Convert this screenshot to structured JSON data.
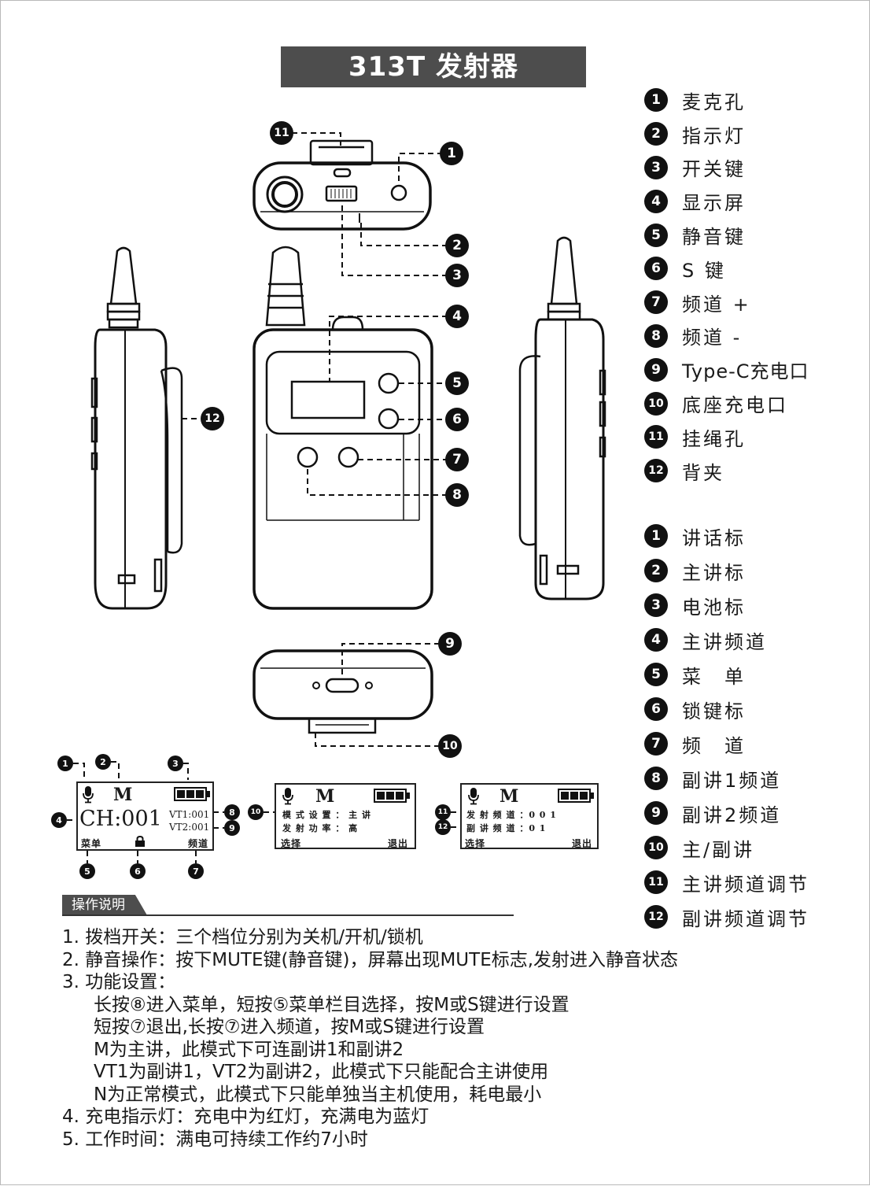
{
  "title": "313T 发射器",
  "legend_parts": [
    {
      "n": "1",
      "label": "麦克孔"
    },
    {
      "n": "2",
      "label": "指示灯"
    },
    {
      "n": "3",
      "label": "开关键"
    },
    {
      "n": "4",
      "label": "显示屏"
    },
    {
      "n": "5",
      "label": "静音键"
    },
    {
      "n": "6",
      "label": "S 键"
    },
    {
      "n": "7",
      "label": "频道 +"
    },
    {
      "n": "8",
      "label": "频道 -"
    },
    {
      "n": "9",
      "label": "Type-C充电口"
    },
    {
      "n": "10",
      "label": "底座充电口"
    },
    {
      "n": "11",
      "label": "挂绳孔"
    },
    {
      "n": "12",
      "label": "背夹"
    }
  ],
  "legend_display": [
    {
      "n": "1",
      "label": "讲话标"
    },
    {
      "n": "2",
      "label": "主讲标"
    },
    {
      "n": "3",
      "label": "电池标"
    },
    {
      "n": "4",
      "label": "主讲频道"
    },
    {
      "n": "5",
      "label": "菜　单"
    },
    {
      "n": "6",
      "label": "锁键标"
    },
    {
      "n": "7",
      "label": "频　道"
    },
    {
      "n": "8",
      "label": "副讲1频道"
    },
    {
      "n": "9",
      "label": "副讲2频道"
    },
    {
      "n": "10",
      "label": "主/副讲"
    },
    {
      "n": "11",
      "label": "主讲频道调节"
    },
    {
      "n": "12",
      "label": "副讲频道调节"
    }
  ],
  "callouts": {
    "c1": "1",
    "c2": "2",
    "c3": "3",
    "c4": "4",
    "c5": "5",
    "c6": "6",
    "c7": "7",
    "c8": "8",
    "c9": "9",
    "c10": "10",
    "c11": "11",
    "c12": "12"
  },
  "screen1": {
    "mode": "M",
    "channel": "CH:001",
    "vt1": "VT1:001",
    "vt2": "VT2:001",
    "menu": "菜单",
    "channel_label": "频道"
  },
  "screen2": {
    "mode": "M",
    "line1": "模 式 设 置 ： 主 讲",
    "line2": "发 射 功 率 ： 高",
    "select": "选择",
    "exit": "退出"
  },
  "screen3": {
    "mode": "M",
    "line1": "发 射 频 道 ：0 0 1",
    "line2": "副 讲 频 道 ：0 1",
    "select": "选择",
    "exit": "退出"
  },
  "operations": {
    "heading": "操作说明",
    "lines": [
      {
        "text": "1.  拨档开关：三个档位分别为关机/开机/锁机",
        "indent": false
      },
      {
        "text": "2.  静音操作：按下MUTE键(静音键)，屏幕出现MUTE标志,发射进入静音状态",
        "indent": false
      },
      {
        "text": "3.  功能设置：",
        "indent": false
      },
      {
        "text": "长按⑧进入菜单，短按⑤菜单栏目选择，按M或S键进行设置",
        "indent": true
      },
      {
        "text": "短按⑦退出,长按⑦进入频道，按M或S键进行设置",
        "indent": true
      },
      {
        "text": "M为主讲，此模式下可连副讲1和副讲2",
        "indent": true
      },
      {
        "text": "VT1为副讲1，VT2为副讲2，此模式下只能配合主讲使用",
        "indent": true
      },
      {
        "text": "N为正常模式，此模式下只能单独当主机使用，耗电最小",
        "indent": true
      },
      {
        "text": "4.  充电指示灯：充电中为红灯，充满电为蓝灯",
        "indent": false
      },
      {
        "text": "5.  工作时间：满电可持续工作约7小时",
        "indent": false
      }
    ]
  }
}
